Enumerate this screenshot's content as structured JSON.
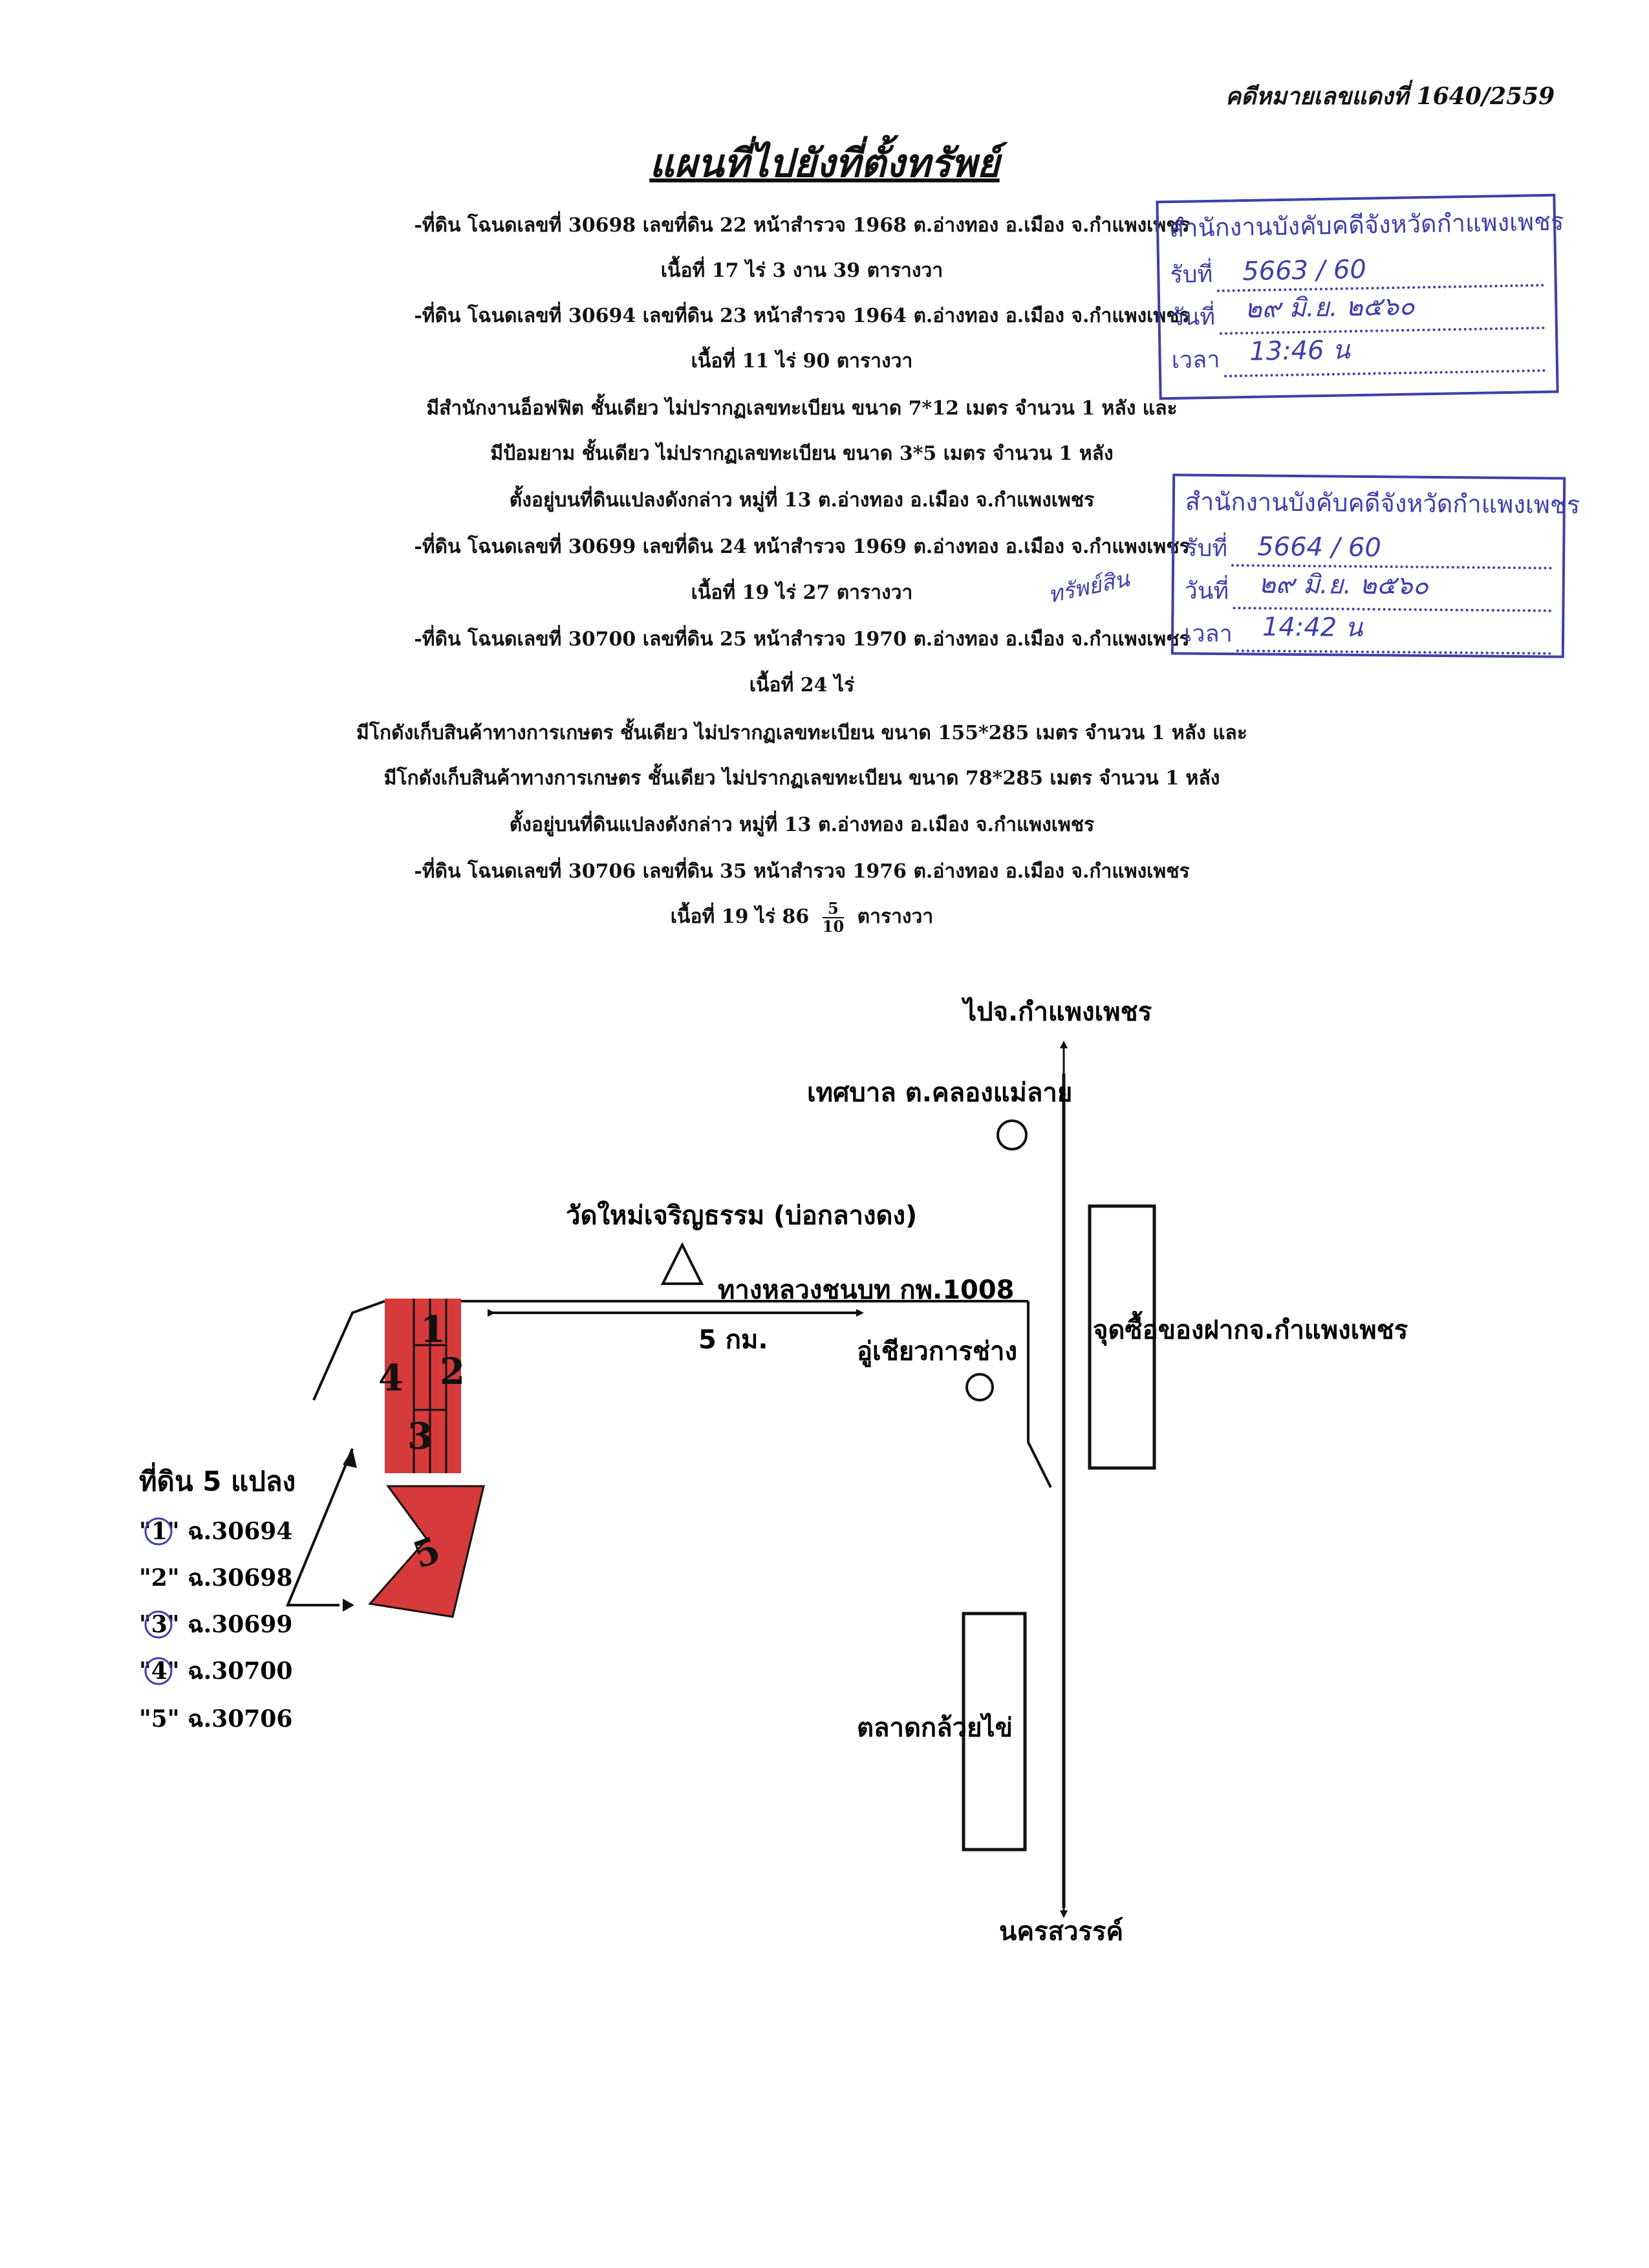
{
  "header": {
    "case_number": "คดีหมายเลขแดงที่ 1640/2559"
  },
  "title": "แผนที่ไปยังที่ตั้งทรัพย์",
  "lines": [
    "-ที่ดิน โฉนดเลขที่ 30698 เลขที่ดิน 22 หน้าสำรวจ 1968 ต.อ่างทอง อ.เมือง จ.กำแพงเพชร",
    "เนื้อที่ 17 ไร่ 3 งาน 39 ตารางวา",
    "-ที่ดิน โฉนดเลขที่ 30694 เลขที่ดิน 23 หน้าสำรวจ 1964 ต.อ่างทอง อ.เมือง จ.กำแพงเพชร",
    "เนื้อที่ 11 ไร่ 90 ตารางวา",
    "มีสำนักงานอ็อฟฟิต ชั้นเดียว ไม่ปรากฏเลขทะเบียน ขนาด 7*12 เมตร จำนวน 1 หลัง และ",
    "มีป้อมยาม ชั้นเดียว ไม่ปรากฏเลขทะเบียน ขนาด 3*5 เมตร จำนวน 1 หลัง",
    "ตั้งอยู่บนที่ดินแปลงดังกล่าว หมู่ที่ 13 ต.อ่างทอง อ.เมือง จ.กำแพงเพชร",
    "-ที่ดิน โฉนดเลขที่ 30699 เลขที่ดิน 24 หน้าสำรวจ 1969 ต.อ่างทอง อ.เมือง จ.กำแพงเพชร",
    "เนื้อที่ 19 ไร่ 27 ตารางวา",
    "-ที่ดิน โฉนดเลขที่ 30700 เลขที่ดิน 25 หน้าสำรวจ 1970 ต.อ่างทอง อ.เมือง จ.กำแพงเพชร",
    "เนื้อที่ 24 ไร่",
    "มีโกดังเก็บสินค้าทางการเกษตร ชั้นเดียว ไม่ปรากฏเลขทะเบียน ขนาด 155*285 เมตร จำนวน 1 หลัง และ",
    "มีโกดังเก็บสินค้าทางการเกษตร ชั้นเดียว ไม่ปรากฏเลขทะเบียน ขนาด 78*285 เมตร จำนวน 1 หลัง",
    "ตั้งอยู่บนที่ดินแปลงดังกล่าว หมู่ที่ 13 ต.อ่างทอง อ.เมือง จ.กำแพงเพชร",
    "-ที่ดิน โฉนดเลขที่ 30706 เลขที่ดิน 35 หน้าสำรวจ 1976 ต.อ่างทอง อ.เมือง จ.กำแพงเพชร"
  ],
  "last_line": {
    "prefix": "เนื้อที่ 19 ไร่ 86",
    "frac_num": "5",
    "frac_den": "10",
    "suffix": "ตารางวา"
  },
  "stamps": [
    {
      "title": "สำนักงานบังคับคดีจังหวัดกำแพงเพชร",
      "received_label": "รับที่",
      "received_value": "5663 / 60",
      "date_label": "วันที่",
      "date_value": "๒๙ มิ.ย. ๒๕๖๐",
      "time_label": "เวลา",
      "time_value": "13:46 น"
    },
    {
      "title": "สำนักงานบังคับคดีจังหวัดกำแพงเพชร",
      "received_label": "รับที่",
      "received_value": "5664 / 60",
      "date_label": "วันที่",
      "date_value": "๒๙ มิ.ย. ๒๕๖๐",
      "time_label": "เวลา",
      "time_value": "14:42 น"
    }
  ],
  "handwritten_note": "ทรัพย์สิน",
  "map": {
    "north_label": "ไปจ.กำแพงเพชร",
    "south_label": "นครสวรรค์",
    "municipality": "เทศบาล ต.คลองแม่ลาย",
    "temple": "วัดใหม่เจริญธรรม (บ่อกลางดง)",
    "highway": "ทางหลวงชนบท กพ.1008",
    "distance": "5 กม.",
    "garage": "อู่เชียวการช่าง",
    "checkpoint": "จุดซื้อของฝากจ.กำแพงเพชร",
    "market": "ตลาดกล้วยไข่",
    "parcel_numbers": [
      "1",
      "2",
      "3",
      "4",
      "5"
    ],
    "parcel_color": "#d63a3a"
  },
  "legend": {
    "title": "ที่ดิน 5 แปลง",
    "items": [
      "\"1\" ฉ.30694",
      "\"2\" ฉ.30698",
      "\"3\" ฉ.30699",
      "\"4\" ฉ.30700",
      "\"5\" ฉ.30706"
    ]
  }
}
